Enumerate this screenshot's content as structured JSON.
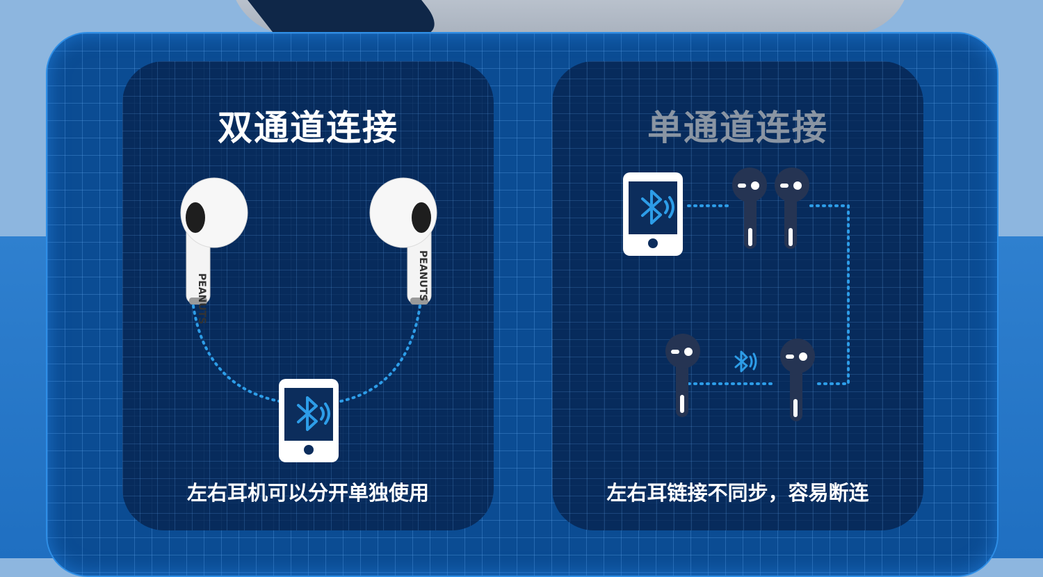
{
  "left_card": {
    "title": "双通道连接",
    "caption": "左右耳机可以分开单独使用",
    "earbud_brand": "PEANUTS"
  },
  "right_card": {
    "title": "单通道连接",
    "caption": "左右耳链接不同步，容易断连"
  },
  "colors": {
    "panel": "#0b4c93",
    "card": "#081f47",
    "accent_blue": "#2d9de8",
    "title_inactive": "#8a95a3",
    "earbud_dark": "#253453"
  },
  "icons": [
    "bluetooth-icon",
    "phone-icon",
    "earbud-icon"
  ]
}
